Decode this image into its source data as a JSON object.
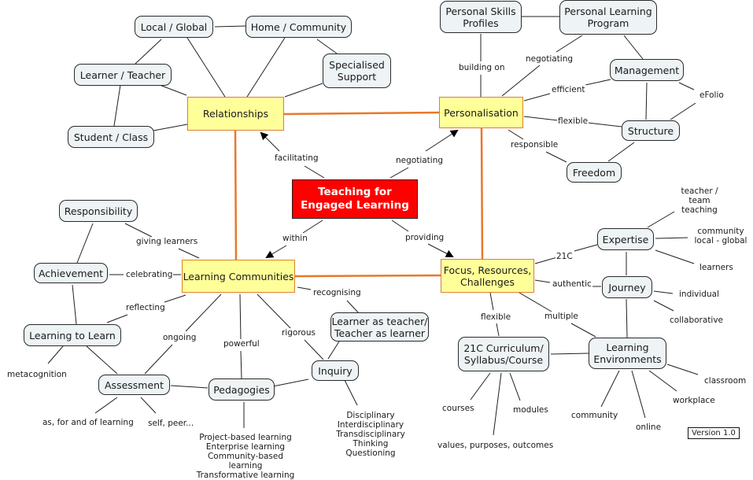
{
  "title": "Teaching for Engaged Learning",
  "version": "Version 1.0",
  "colors": {
    "root_fill": "#ff0000",
    "main_fill": "#ffff99",
    "main_border": "#d9822b",
    "main_link": "#e8782a",
    "sub_fill": "#eef3f5",
    "line": "#222222"
  },
  "nodes": {
    "root": "Teaching for\nEngaged Learning",
    "relationships": "Relationships",
    "personalisation": "Personalisation",
    "learning_communities": "Learning Communities",
    "focus": "Focus, Resources,\nChallenges",
    "local_global": "Local / Global",
    "home_community": "Home / Community",
    "specialised_support": "Specialised\nSupport",
    "learner_teacher": "Learner / Teacher",
    "student_class": "Student / Class",
    "personal_skills": "Personal Skills\nProfiles",
    "personal_learning": "Personal Learning\nProgram",
    "management": "Management",
    "structure": "Structure",
    "freedom": "Freedom",
    "responsibility": "Responsibility",
    "achievement": "Achievement",
    "learning_to_learn": "Learning to Learn",
    "assessment": "Assessment",
    "pedagogies": "Pedagogies",
    "inquiry": "Inquiry",
    "learner_as_teacher": "Learner as teacher/\nTeacher as learner",
    "expertise": "Expertise",
    "journey": "Journey",
    "curriculum": "21C Curriculum/\nSyllabus/Course",
    "learning_environments": "Learning\nEnvironments"
  },
  "labels": {
    "facilitating": "facilitating",
    "negotiating_center": "negotiating",
    "within": "within",
    "providing": "providing",
    "building_on": "building on",
    "negotiating_plp": "negotiating",
    "efficient": "efficient",
    "flexible_pers": "flexible",
    "responsible": "responsible",
    "efolio": "eFolio",
    "giving_learners": "giving learners",
    "celebrating": "celebrating",
    "reflecting": "reflecting",
    "ongoing": "ongoing",
    "powerful": "powerful",
    "rigorous": "rigorous",
    "recognising": "recognising",
    "metacognition": "metacognition",
    "as_for_of": "as, for and of learning",
    "self_peer": "self, peer...",
    "pedagogy_list": "Project-based learning\nEnterprise learning\nCommunity-based learning\nTransformative learning",
    "inquiry_list": "Disciplinary\nInterdisciplinary\nTransdisciplinary\nThinking\nQuestioning",
    "c21": "21C",
    "authentic": "authentic",
    "flexible_focus": "flexible",
    "multiple": "multiple",
    "teacher_team": "teacher /\nteam teaching",
    "community_local": "community\nlocal - global",
    "learners": "learners",
    "individual": "individual",
    "collaborative": "collaborative",
    "courses": "courses",
    "modules": "modules",
    "values": "values, purposes, outcomes",
    "community_env": "community",
    "online": "online",
    "workplace": "workplace",
    "classroom": "classroom"
  }
}
